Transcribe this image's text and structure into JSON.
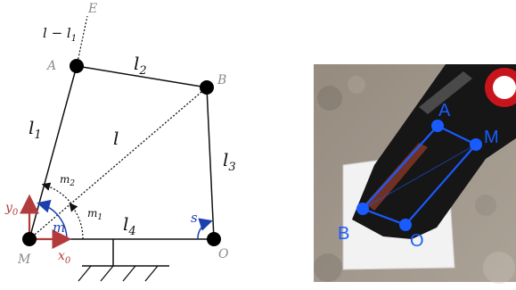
{
  "left_diagram": {
    "point_labels": {
      "E": "E",
      "A": "A",
      "B": "B",
      "M": "M",
      "O": "O"
    },
    "link_labels": {
      "l_minus_l1": "l − l",
      "l_minus_l1_sub": "1",
      "l": "l",
      "l1": "l",
      "l1_sub": "1",
      "l2": "l",
      "l2_sub": "2",
      "l3": "l",
      "l3_sub": "3",
      "l4": "l",
      "l4_sub": "4"
    },
    "angle_labels": {
      "m": "m",
      "m1": "m",
      "m1_sub": "1",
      "m2": "m",
      "m2_sub": "2",
      "s": "s"
    },
    "axis_labels": {
      "y0": "y",
      "y0_sub": "0",
      "x0": "x",
      "x0_sub": "0"
    },
    "colors": {
      "link": "#111111",
      "joint": "#000000",
      "angle": "#1b3fae",
      "axis": "#b23b3b",
      "label_gray": "#8a8a8a"
    }
  },
  "right_photo": {
    "labels": {
      "A": "A",
      "M": "M",
      "B": "B",
      "O": "O"
    },
    "colors": {
      "overlay": "#1a5bff",
      "background": "#9a9084"
    }
  }
}
